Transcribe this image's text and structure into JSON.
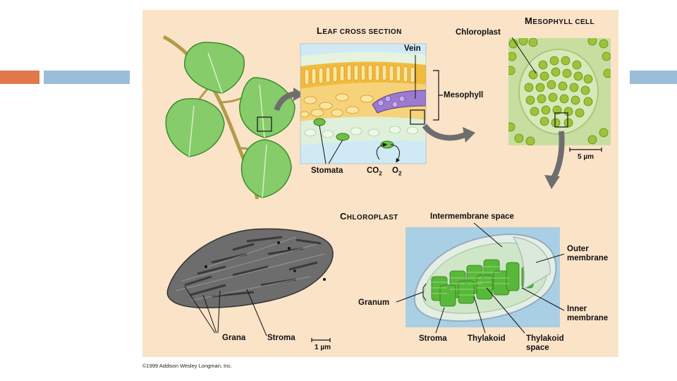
{
  "colors": {
    "panel": "#fbe3c8",
    "accent_orange": "#e0784a",
    "accent_blue": "#9bbdd9",
    "leaf_green": "#7dc664",
    "chloroplast_green": "#3fa42c",
    "arrow_gray": "#6e6e6e"
  },
  "headings": {
    "leaf_cross_section_initial": "L",
    "leaf_cross_section_rest": "EAF CROSS SECTION",
    "mesophyll_cell_initial": "M",
    "mesophyll_cell_rest": "ESOPHYLL CELL",
    "chloroplast_initial": "C",
    "chloroplast_rest": "HLOROPLAST"
  },
  "labels": {
    "vein": "Vein",
    "mesophyll": "Mesophyll",
    "stomata": "Stomata",
    "co2_base": "CO",
    "co2_sub": "2",
    "o2_base": "O",
    "o2_sub": "2",
    "chloroplast": "Chloroplast",
    "scale_5um": "5 µm",
    "intermembrane_space": "Intermembrane space",
    "outer_membrane_1": "Outer",
    "outer_membrane_2": "membrane",
    "granum": "Granum",
    "inner_membrane_1": "Inner",
    "inner_membrane_2": "membrane",
    "stroma_right": "Stroma",
    "thylakoid": "Thylakoid",
    "thylakoid_space_1": "Thylakoid",
    "thylakoid_space_2": "space",
    "grana": "Grana",
    "stroma_left": "Stroma",
    "scale_1um": "1 µm"
  },
  "icons": [
    "leaf-branch-icon",
    "curved-arrow-icon",
    "scale-bar-icon"
  ],
  "copyright": "©1999 Addison Wesley Longman, Inc."
}
